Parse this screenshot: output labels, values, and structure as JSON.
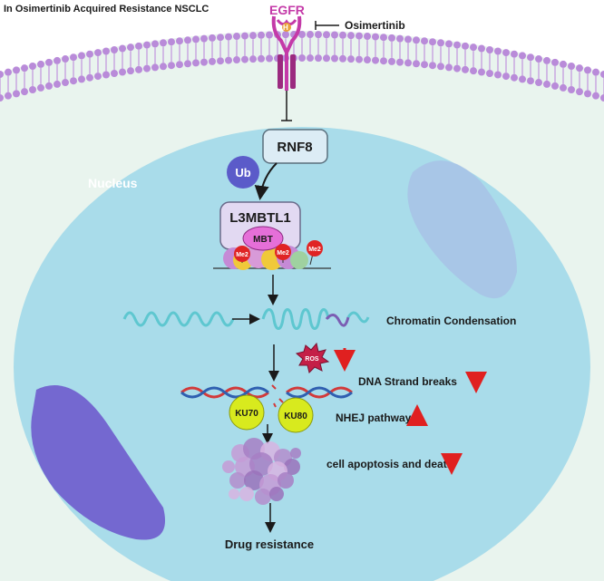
{
  "title": "In Osimertinib Acquired Resistance NSCLC",
  "receptor": "EGFR",
  "receptor_domain": "H",
  "drug": "Osimertinib",
  "compartment": "Nucleus",
  "proteins": {
    "rnf8": "RNF8",
    "ubiquitin": "Ub",
    "l3mbtl1": "L3MBTL1",
    "mbt": "MBT",
    "me2": "Me2",
    "ku70": "KU70",
    "ku80": "KU80",
    "ros": "ROS"
  },
  "outcomes": {
    "chromatin": "Chromatin Condensation",
    "dna_breaks": "DNA Strand breaks",
    "nhej": "NHEJ pathway",
    "apoptosis": "cell apoptosis and death",
    "resistance": "Drug resistance"
  },
  "changes": {
    "ros": "down",
    "dna_breaks": "down",
    "nhej": "up",
    "apoptosis": "down"
  },
  "colors": {
    "nucleus": "#a9dcea",
    "cytoplasm": "#e9f4ee",
    "membrane_head": "#b98bd9",
    "egfr": "#c43aa8",
    "rnf8_box": "#dcecf5",
    "ubiquitin": "#5b5bc9",
    "l3mbtl1_box": "#e2d9f2",
    "mbt": "#e56fd8",
    "me2": "#e02424",
    "ku": "#d8ea1e",
    "ros": "#c41f47",
    "arrow_change": "#e02020",
    "dna_red": "#d23a3a",
    "dna_blue": "#2f5fb0",
    "chromatin": "#5ec7d0",
    "mitochondrion": "#7468d0",
    "organelle": "#a7c0e6"
  }
}
